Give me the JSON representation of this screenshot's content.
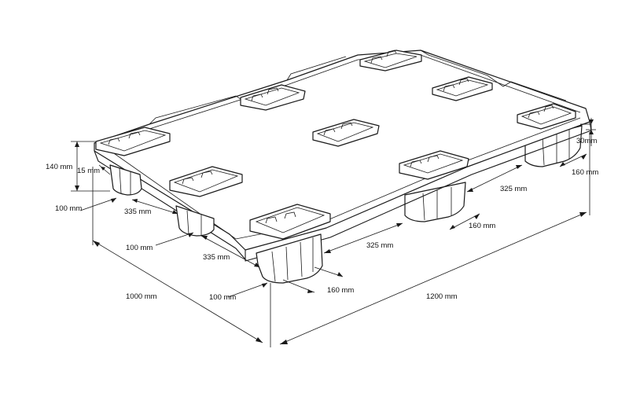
{
  "dimensions": {
    "height_total": "140 mm",
    "deck_thickness_15": "15 mm",
    "deck_thickness_30": "30mm",
    "front_foot_gap_a": "100 mm",
    "front_foot_gap_b": "100 mm",
    "front_foot_gap_c": "100 mm",
    "front_spacing_a": "335 mm",
    "front_spacing_b": "335 mm",
    "width_total": "1000 mm",
    "length_total": "1200 mm",
    "right_spacing_a": "325 mm",
    "right_spacing_b": "325 mm",
    "foot_width_a": "160 mm",
    "foot_width_b": "160 mm",
    "foot_width_c": "160 mm"
  },
  "colors": {
    "stroke": "#1a1a1a",
    "background": "#ffffff"
  }
}
